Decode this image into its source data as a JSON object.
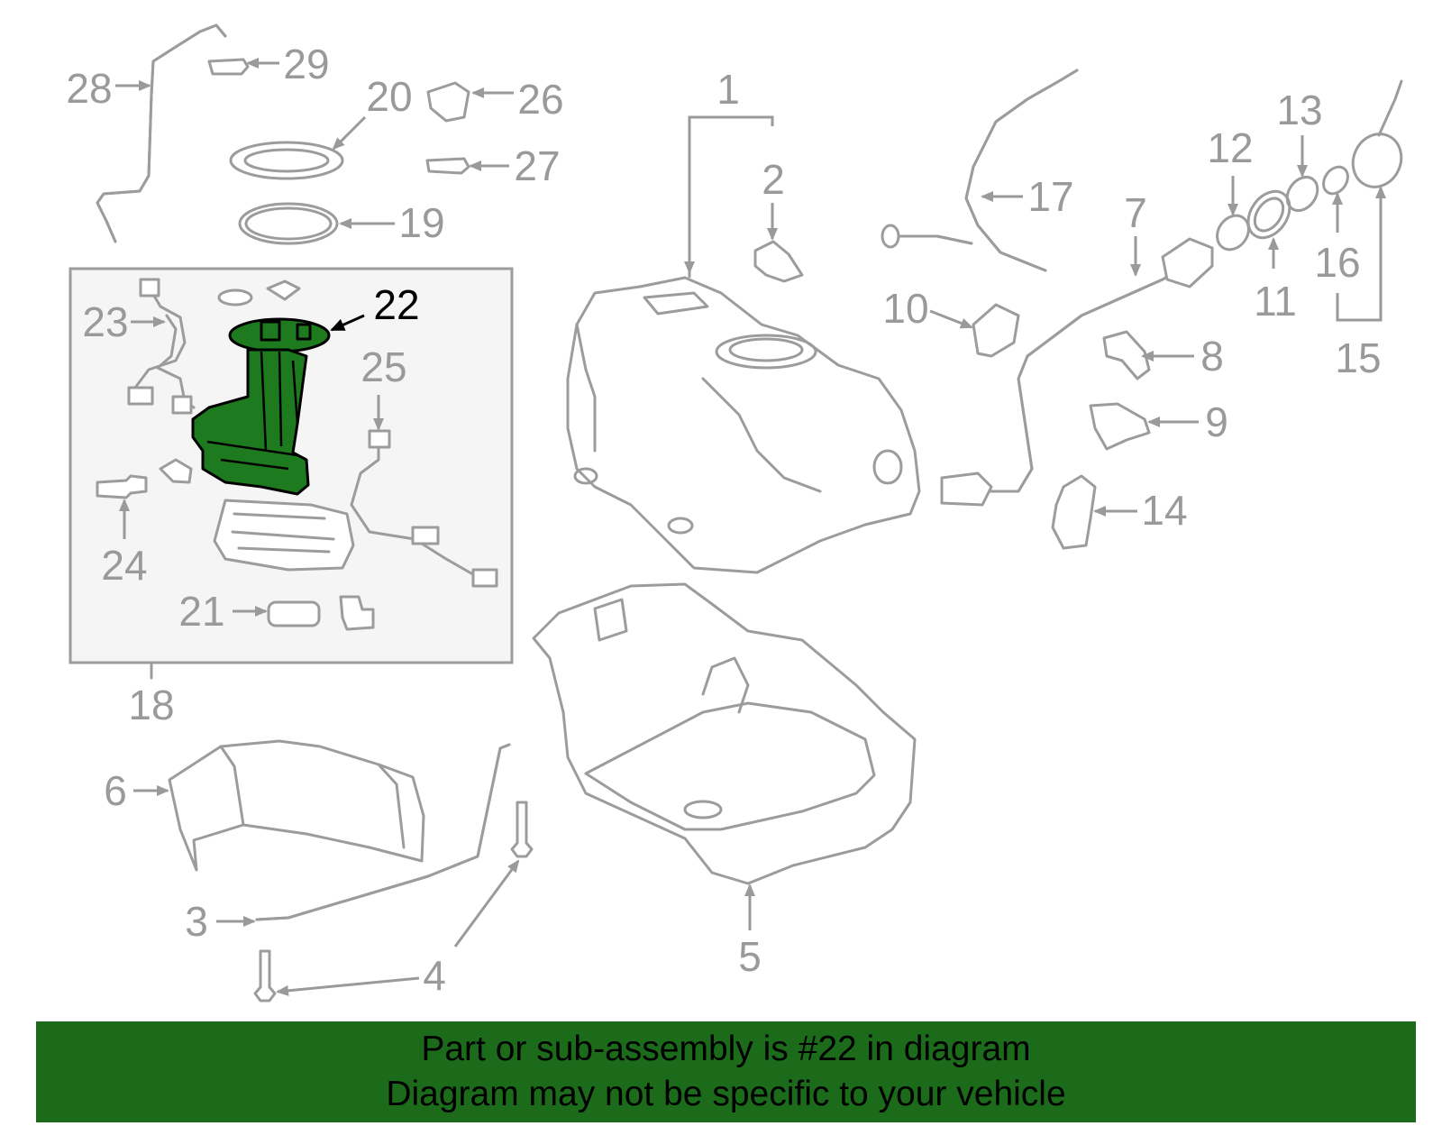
{
  "colors": {
    "highlight_part": "#1e7a1e",
    "banner_background": "#1b6b1b",
    "callout_text": "#9a9a9a",
    "highlight_callout": "#000000",
    "box_background": "#f5f5f5"
  },
  "callouts": {
    "c1": "1",
    "c2": "2",
    "c3": "3",
    "c4": "4",
    "c5": "5",
    "c6": "6",
    "c7": "7",
    "c8": "8",
    "c9": "9",
    "c10": "10",
    "c11": "11",
    "c12": "12",
    "c13": "13",
    "c14": "14",
    "c15": "15",
    "c16": "16",
    "c17": "17",
    "c18": "18",
    "c19": "19",
    "c20": "20",
    "c21": "21",
    "c22": "22",
    "c23": "23",
    "c24": "24",
    "c25": "25",
    "c26": "26",
    "c27": "27",
    "c28": "28",
    "c29": "29"
  },
  "highlighted_part": "22",
  "banner": {
    "line1": "Part or sub-assembly is #22 in diagram",
    "line2": "Diagram may not be specific to your vehicle"
  }
}
